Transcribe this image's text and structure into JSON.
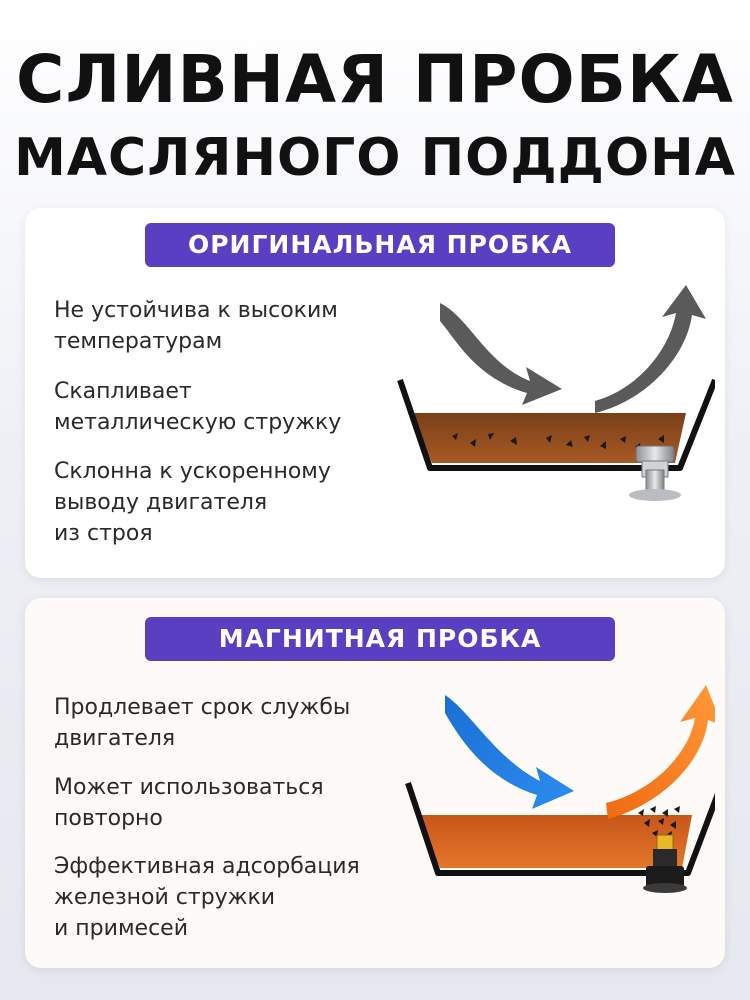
{
  "title": {
    "line1": "СЛИВНАЯ ПРОБКА",
    "line2": "МАСЛЯНОГО ПОДДОНА"
  },
  "original": {
    "label": "ОРИГИНАЛЬНАЯ ПРОБКА",
    "points": [
      "Не устойчива к высоким\nтемпературам",
      "Скапливает\nметаллическую стружку",
      "Склонна к ускоренному\nвыводу двигателя\nиз строя"
    ],
    "colors": {
      "arrow": "#5a5a5a",
      "oil": "#8b4a1e",
      "pan": "#111111"
    },
    "icons": [
      "curved-arrow-down-icon",
      "curved-arrow-up-icon",
      "oil-pan-icon",
      "drain-bolt-icon"
    ]
  },
  "magnetic": {
    "label": "МАГНИТНАЯ ПРОБКА",
    "points": [
      "Продлевает срок службы\nдвигателя",
      "Может использоваться\nповторно",
      "Эффективная адсорбация\nжелезной стружки\nи примесей"
    ],
    "colors": {
      "arrow_in": "#1e7be0",
      "arrow_out": "#f07a1a",
      "oil": "#d9651a",
      "pan": "#111111"
    },
    "icons": [
      "curved-arrow-down-icon",
      "curved-arrow-up-icon",
      "oil-pan-icon",
      "magnetic-drain-bolt-icon"
    ]
  },
  "accent": "#5b3fc2"
}
